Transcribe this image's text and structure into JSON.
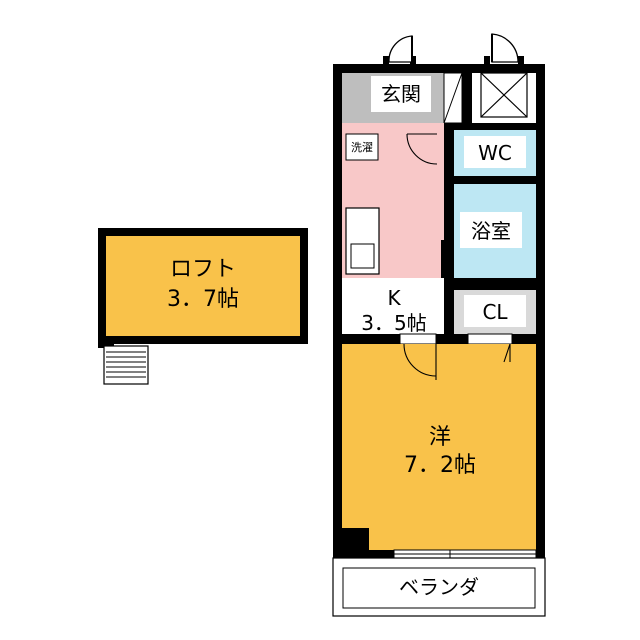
{
  "rooms": {
    "entrance": "玄関",
    "wc": "WC",
    "bath": "浴室",
    "washer": "洗濯",
    "kitchen_name": "K",
    "kitchen_size": "3．5帖",
    "closet": "CL",
    "western_name": "洋",
    "western_size": "7．2帖",
    "loft_name": "ロフト",
    "loft_size": "3．7帖",
    "balcony": "ベランダ"
  },
  "colors": {
    "kitchen": "#f8c8c8",
    "western": "#f9c24a",
    "loft": "#f9c24a",
    "wet_rooms": "#bde7f3",
    "entrance_floor": "#bebebe",
    "closet": "#d9d9d9",
    "wall": "#000000"
  }
}
